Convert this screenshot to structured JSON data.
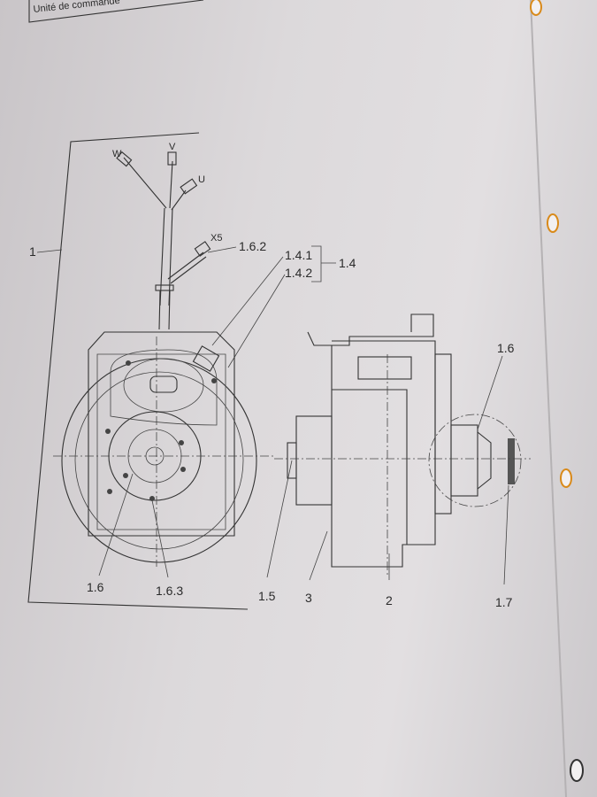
{
  "header": {
    "title": "Unité de commande"
  },
  "labels": {
    "assembly": "1",
    "phase_w": "W",
    "phase_v": "V",
    "phase_u": "U",
    "connector": "X5",
    "connector_ref": "1.6.2",
    "ref_141": "1.4.1",
    "ref_142": "1.4.2",
    "ref_14": "1.4",
    "ref_16_left": "1.6",
    "ref_163": "1.6.3",
    "ref_15": "1.5",
    "ref_3": "3",
    "ref_2": "2",
    "ref_16_right": "1.6",
    "ref_17": "1.7"
  }
}
